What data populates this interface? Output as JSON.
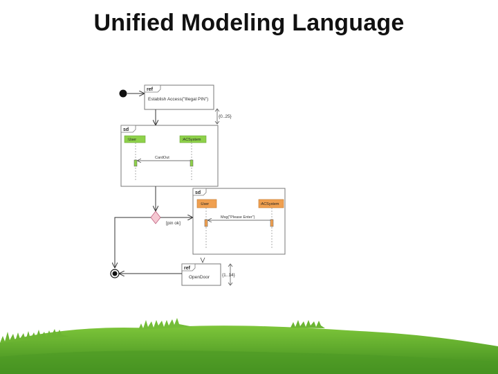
{
  "slide": {
    "title": "Unified Modeling Language"
  },
  "diagram": {
    "ref_tag": "ref",
    "sd_tag": "sd",
    "establish_access": "Establish Access(\"Illegal PIN\")",
    "interval_1": "{0..25}",
    "frame1": {
      "lifeline_user": ":User",
      "lifeline_system": ":ACSystem",
      "message": "CardOut"
    },
    "frame2": {
      "lifeline_user": ":User",
      "lifeline_system": ":ACSystem",
      "message": "Msg(\"Please Enter\")"
    },
    "guard": "[pin ok]",
    "open_door": "OpenDoor",
    "interval_2": "{1..14}",
    "colors": {
      "green": "#8ed14a",
      "orange": "#f0a050",
      "frame": "#777777",
      "line": "#333333",
      "grass": "#5aa72a"
    }
  }
}
